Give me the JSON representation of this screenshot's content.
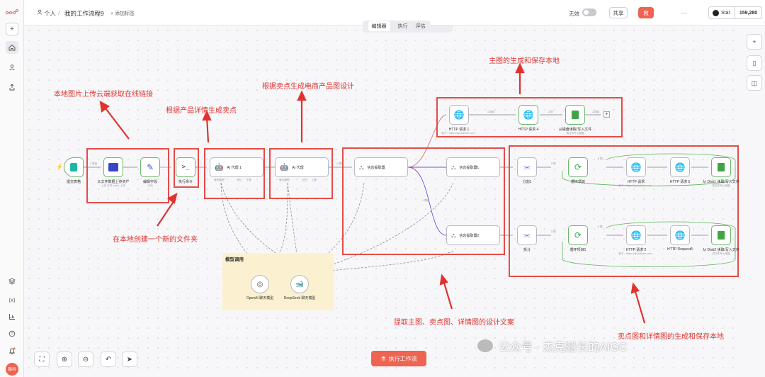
{
  "sidebar": {
    "logo": "n8n-logo-icon",
    "items": [
      "plus-icon",
      "home-icon",
      "user-icon",
      "share-icon"
    ],
    "bottom": [
      "templates-icon",
      "variables-icon",
      "insights-icon",
      "help-icon",
      "notifications-icon"
    ],
    "avatar": "鹏科"
  },
  "header": {
    "breadcrumb_owner": "个人",
    "breadcrumb_sep": "/",
    "workflow_name": "我的工作流程9",
    "add_tag": "+ 添加标签",
    "active_label": "无效",
    "share_label": "共享",
    "save_label": "救",
    "more": "···",
    "github_star": "Star",
    "github_count": "159,280"
  },
  "tabs": [
    "编辑器",
    "执行",
    "评估"
  ],
  "execute_button": "执行工作流",
  "colors": {
    "accent": "#ef6351",
    "annotation": "#e0322f",
    "edge": "#9a9aa6",
    "purple": "#7b4ed8",
    "green": "#5ab45a"
  },
  "nodes": {
    "submit": "提交表格",
    "upload": "从文件数据上传资产",
    "upload_sub": "上传 文件 (cuh): 上传",
    "edit": "编辑字段",
    "edit_sub": "手动",
    "exec": "执行命令",
    "agent1": "AI 代理 1",
    "agent2": "AI 代理",
    "chat_model": "聊天模型*",
    "memory": "记忆",
    "tool": "工具",
    "extract": "信息提取器",
    "extract1": "信息提取器1",
    "extract2": "信息提取器2",
    "http1": "HTTP 请求 1",
    "http1_sub": "帖子：https://api.kuthxie.com...",
    "http4": "HTTP 请求 4",
    "readwrite": "从磁盘读取/写入文件",
    "readwrite_sub": "将文件写入磁盘",
    "split1": "分割1",
    "loop1": "循环项目",
    "http_a": "HTTP 请求",
    "http_a_sub": "帖子：https://api.kuthxie.com...",
    "http_b": "HTTP 请求 5",
    "disk1": "从 Disk1 读取/写入文件",
    "disk1_sub": "将文件写入磁盘",
    "split2": "拆分",
    "loop2": "循环项目1",
    "http_c": "HTTP 请求 2",
    "http_c_sub": "帖子：https://api.kuthxie.com...",
    "http_d": "HTTP Request6",
    "disk2": "从 Disk2 读取/写入文件",
    "disk2_sub": "将文件写入磁盘",
    "openai": "OpenAI 聊天模型",
    "deepseek": "DeepSeek 聊天模型",
    "model_group": "模型调用"
  },
  "edge_labels": {
    "one": "1 项目",
    "three": "3 项",
    "six": "6 项",
    "two": "2 项",
    "done": "完成",
    "loop": "循环"
  },
  "annotations": {
    "a1": "本地图片上传云端获取在线链接",
    "a2": "根据产品详情生成卖点",
    "a3": "根据卖点生成电商产品图设计",
    "a4": "主图的生成和保存本地",
    "a5": "在本地创建一个新的文件夹",
    "a6": "提取主图、卖点图、详情图的设计文案",
    "a7": "卖点图和详情图的生成和保存本地"
  },
  "watermark": "公众号 · 杰克船长的AIGC"
}
